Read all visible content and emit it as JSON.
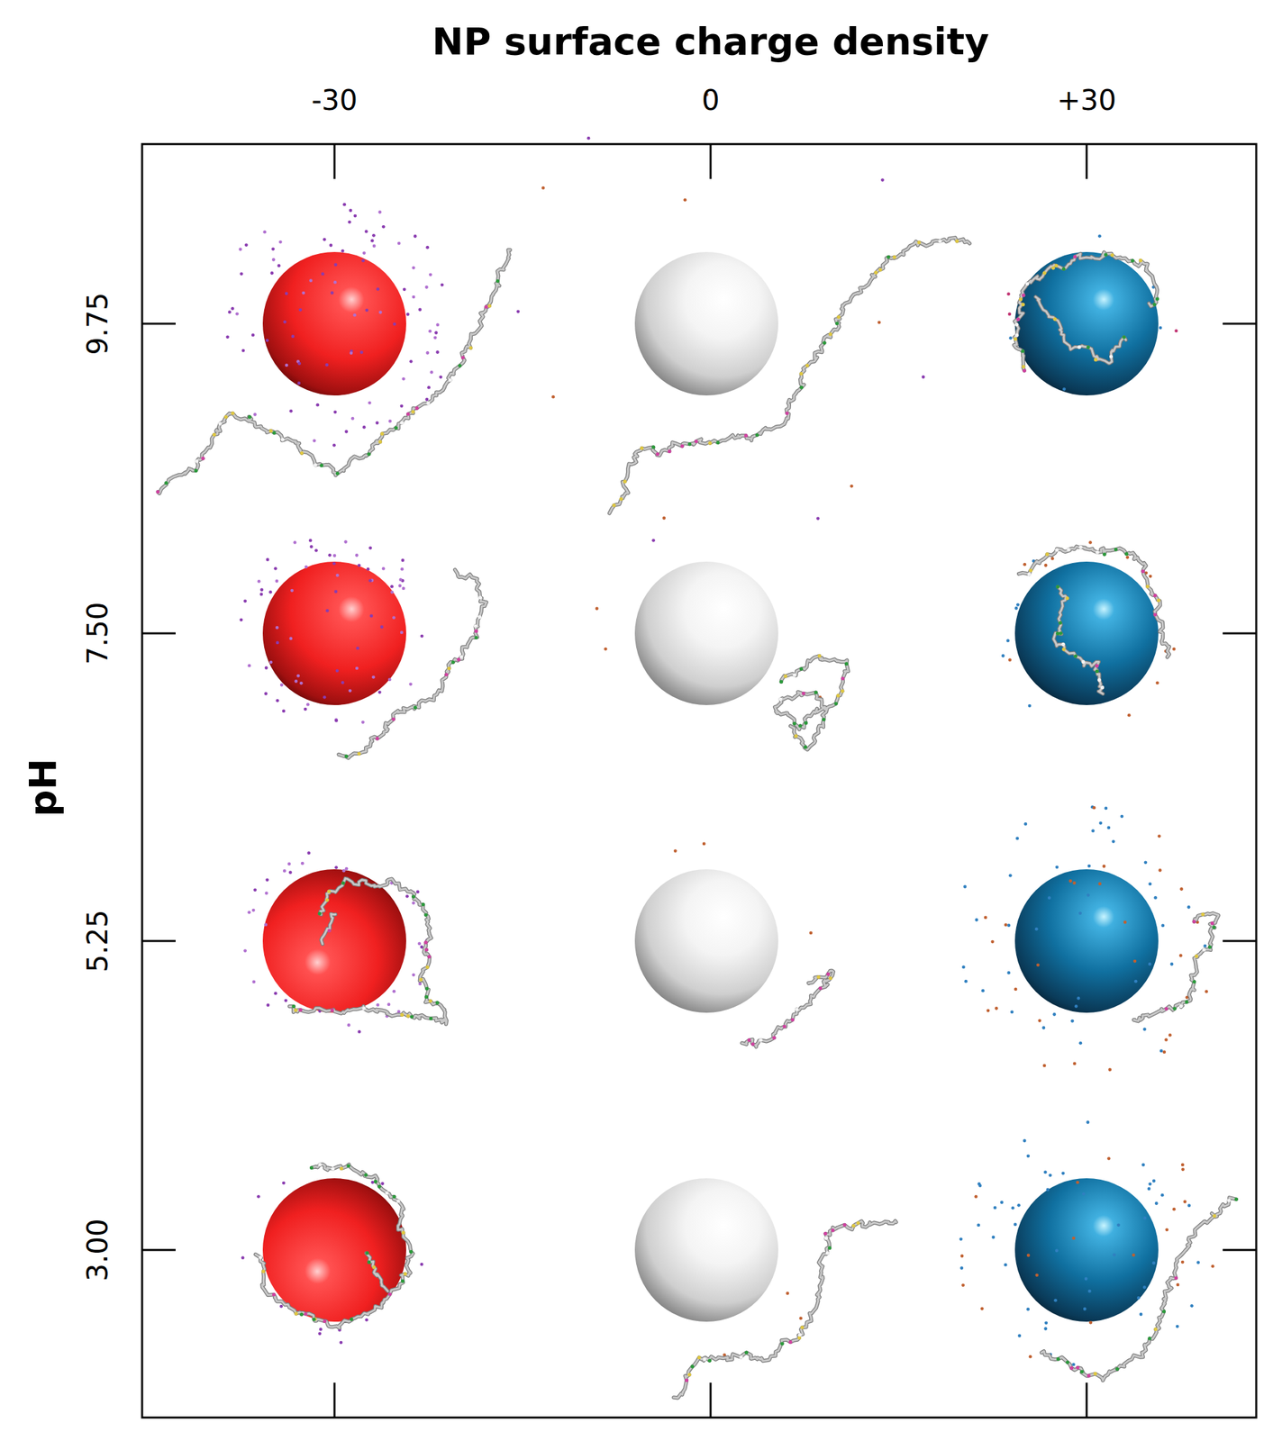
{
  "diagram": {
    "labels": [
      "NP surface charge density",
      "-30",
      "0",
      "+30",
      "pH",
      "9.75",
      "7.50",
      "5.25",
      "3.00"
    ]
  }
}
